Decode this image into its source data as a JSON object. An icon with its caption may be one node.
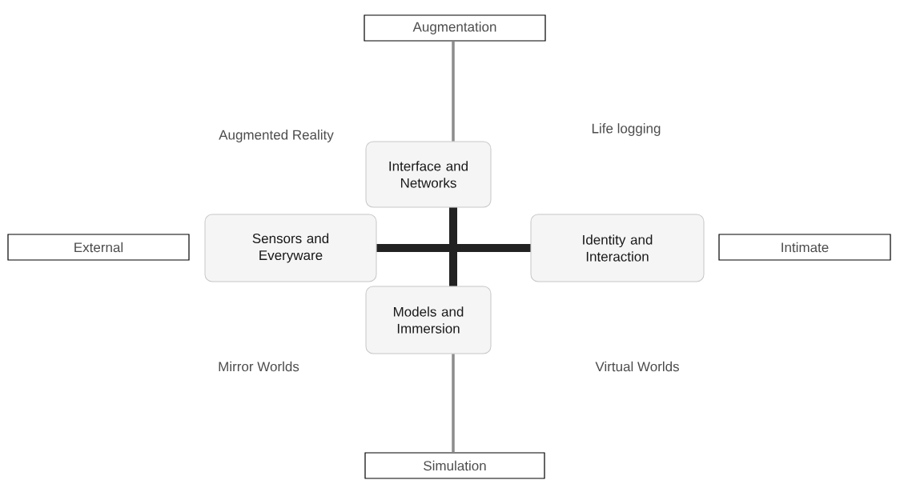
{
  "diagram": {
    "nodes": [
      {
        "text": [
          "Augmentation"
        ]
      },
      {
        "text": [
          "Interface and Networks"
        ]
      },
      {
        "text": [
          "External"
        ]
      },
      {
        "text": [
          "Sensors and Everyware"
        ]
      },
      {
        "text": [
          "Identity and Interaction"
        ]
      },
      {
        "text": [
          "Intimate"
        ]
      },
      {
        "text": [
          "Models and Immersion"
        ]
      },
      {
        "text": [
          "Simulation"
        ]
      }
    ],
    "edges": [
      {
        "from": 0,
        "to": 1,
        "arrow": "none"
      },
      {
        "from": 1,
        "to": 6,
        "arrow": "none",
        "style": "thick",
        "color": "#222222"
      },
      {
        "from": 6,
        "to": 7,
        "arrow": "none"
      },
      {
        "from": 3,
        "to": 4,
        "arrow": "none",
        "style": "thick",
        "color": "#222222"
      }
    ],
    "labels": [
      "Augmented Reality",
      "Life logging",
      "Mirror Worlds",
      "Virtual Worlds"
    ]
  }
}
